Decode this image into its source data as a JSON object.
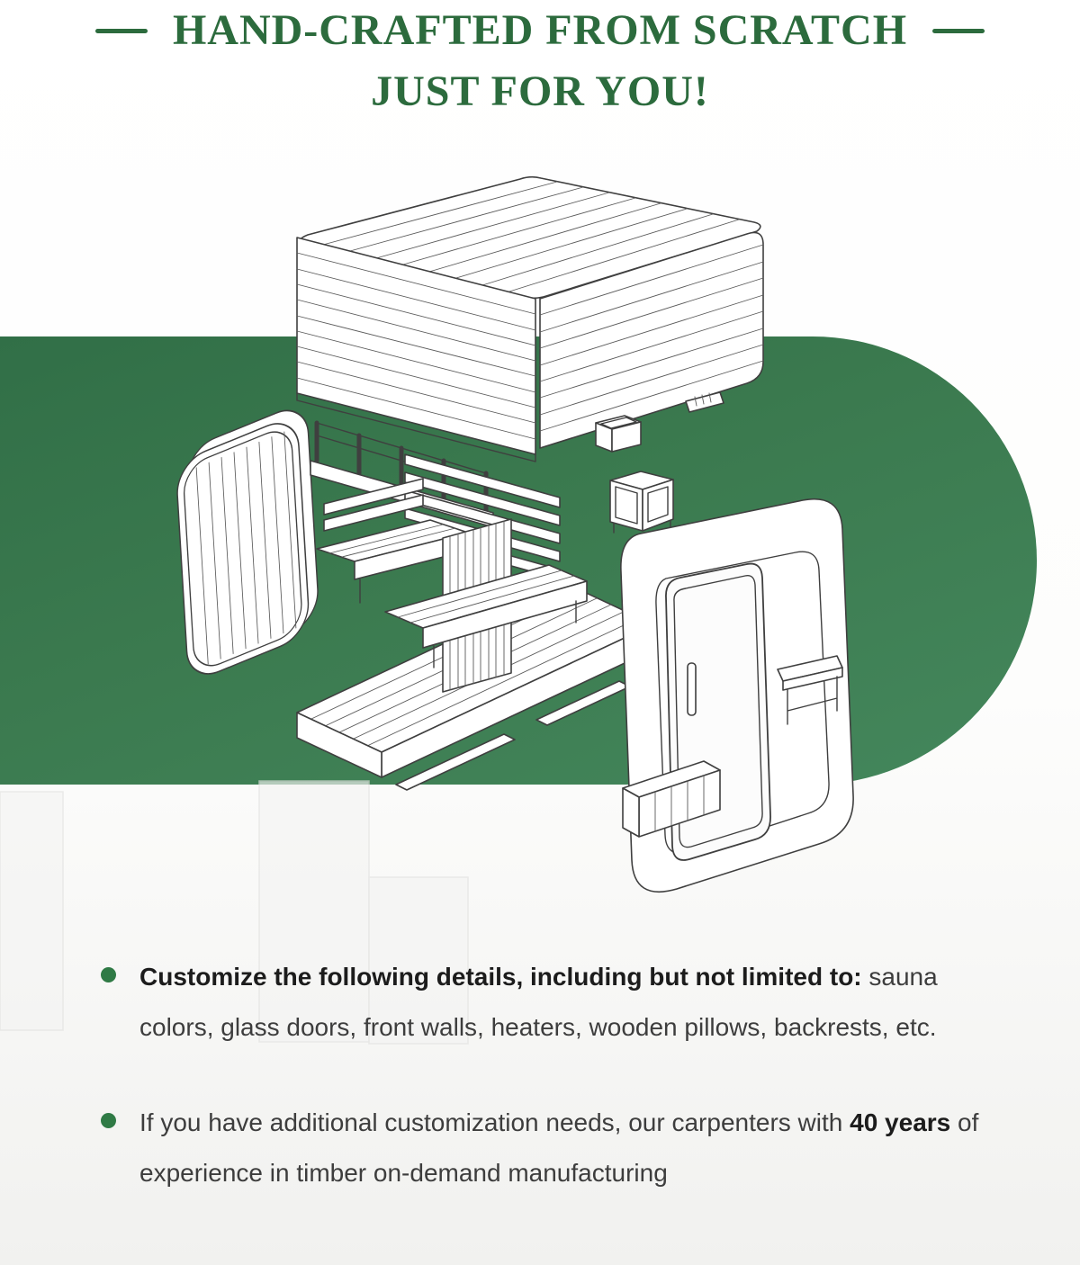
{
  "header": {
    "title_line1": "HAND-CRAFTED FROM SCRATCH",
    "title_line2": "JUST FOR YOU!"
  },
  "illustration": {
    "name": "exploded-cube-sauna-diagram",
    "parts": [
      "roof-panel",
      "side-wall-panel",
      "back-railing",
      "bench-board-stack",
      "backrest-bench",
      "slat-screen",
      "lower-bench",
      "floor-platform",
      "floor-skids",
      "front-frame",
      "glass-door",
      "door-handle",
      "interior-bench-right",
      "step-bench",
      "vent-grille",
      "light-fixture",
      "sauna-heater",
      "faded-background-shapes"
    ]
  },
  "bullets": [
    {
      "bold": "Customize the following details, including but not limited to:",
      "rest": " sauna colors, glass doors, front walls, heaters, wooden pillows, backrests, etc."
    },
    {
      "pre": "If you have additional customization needs, our carpenters with ",
      "bold": "40 years",
      "post": " of experience in timber on-demand manufacturing"
    }
  ],
  "colors": {
    "title_green": "#2c6b3d",
    "capsule_green_dark": "#316f47",
    "capsule_green": "#3b7a4f",
    "capsule_green_light": "#44875c",
    "bullet_green": "#2f7a45",
    "body_text": "#3d3d3d",
    "line_color": "#3f3f3f"
  }
}
